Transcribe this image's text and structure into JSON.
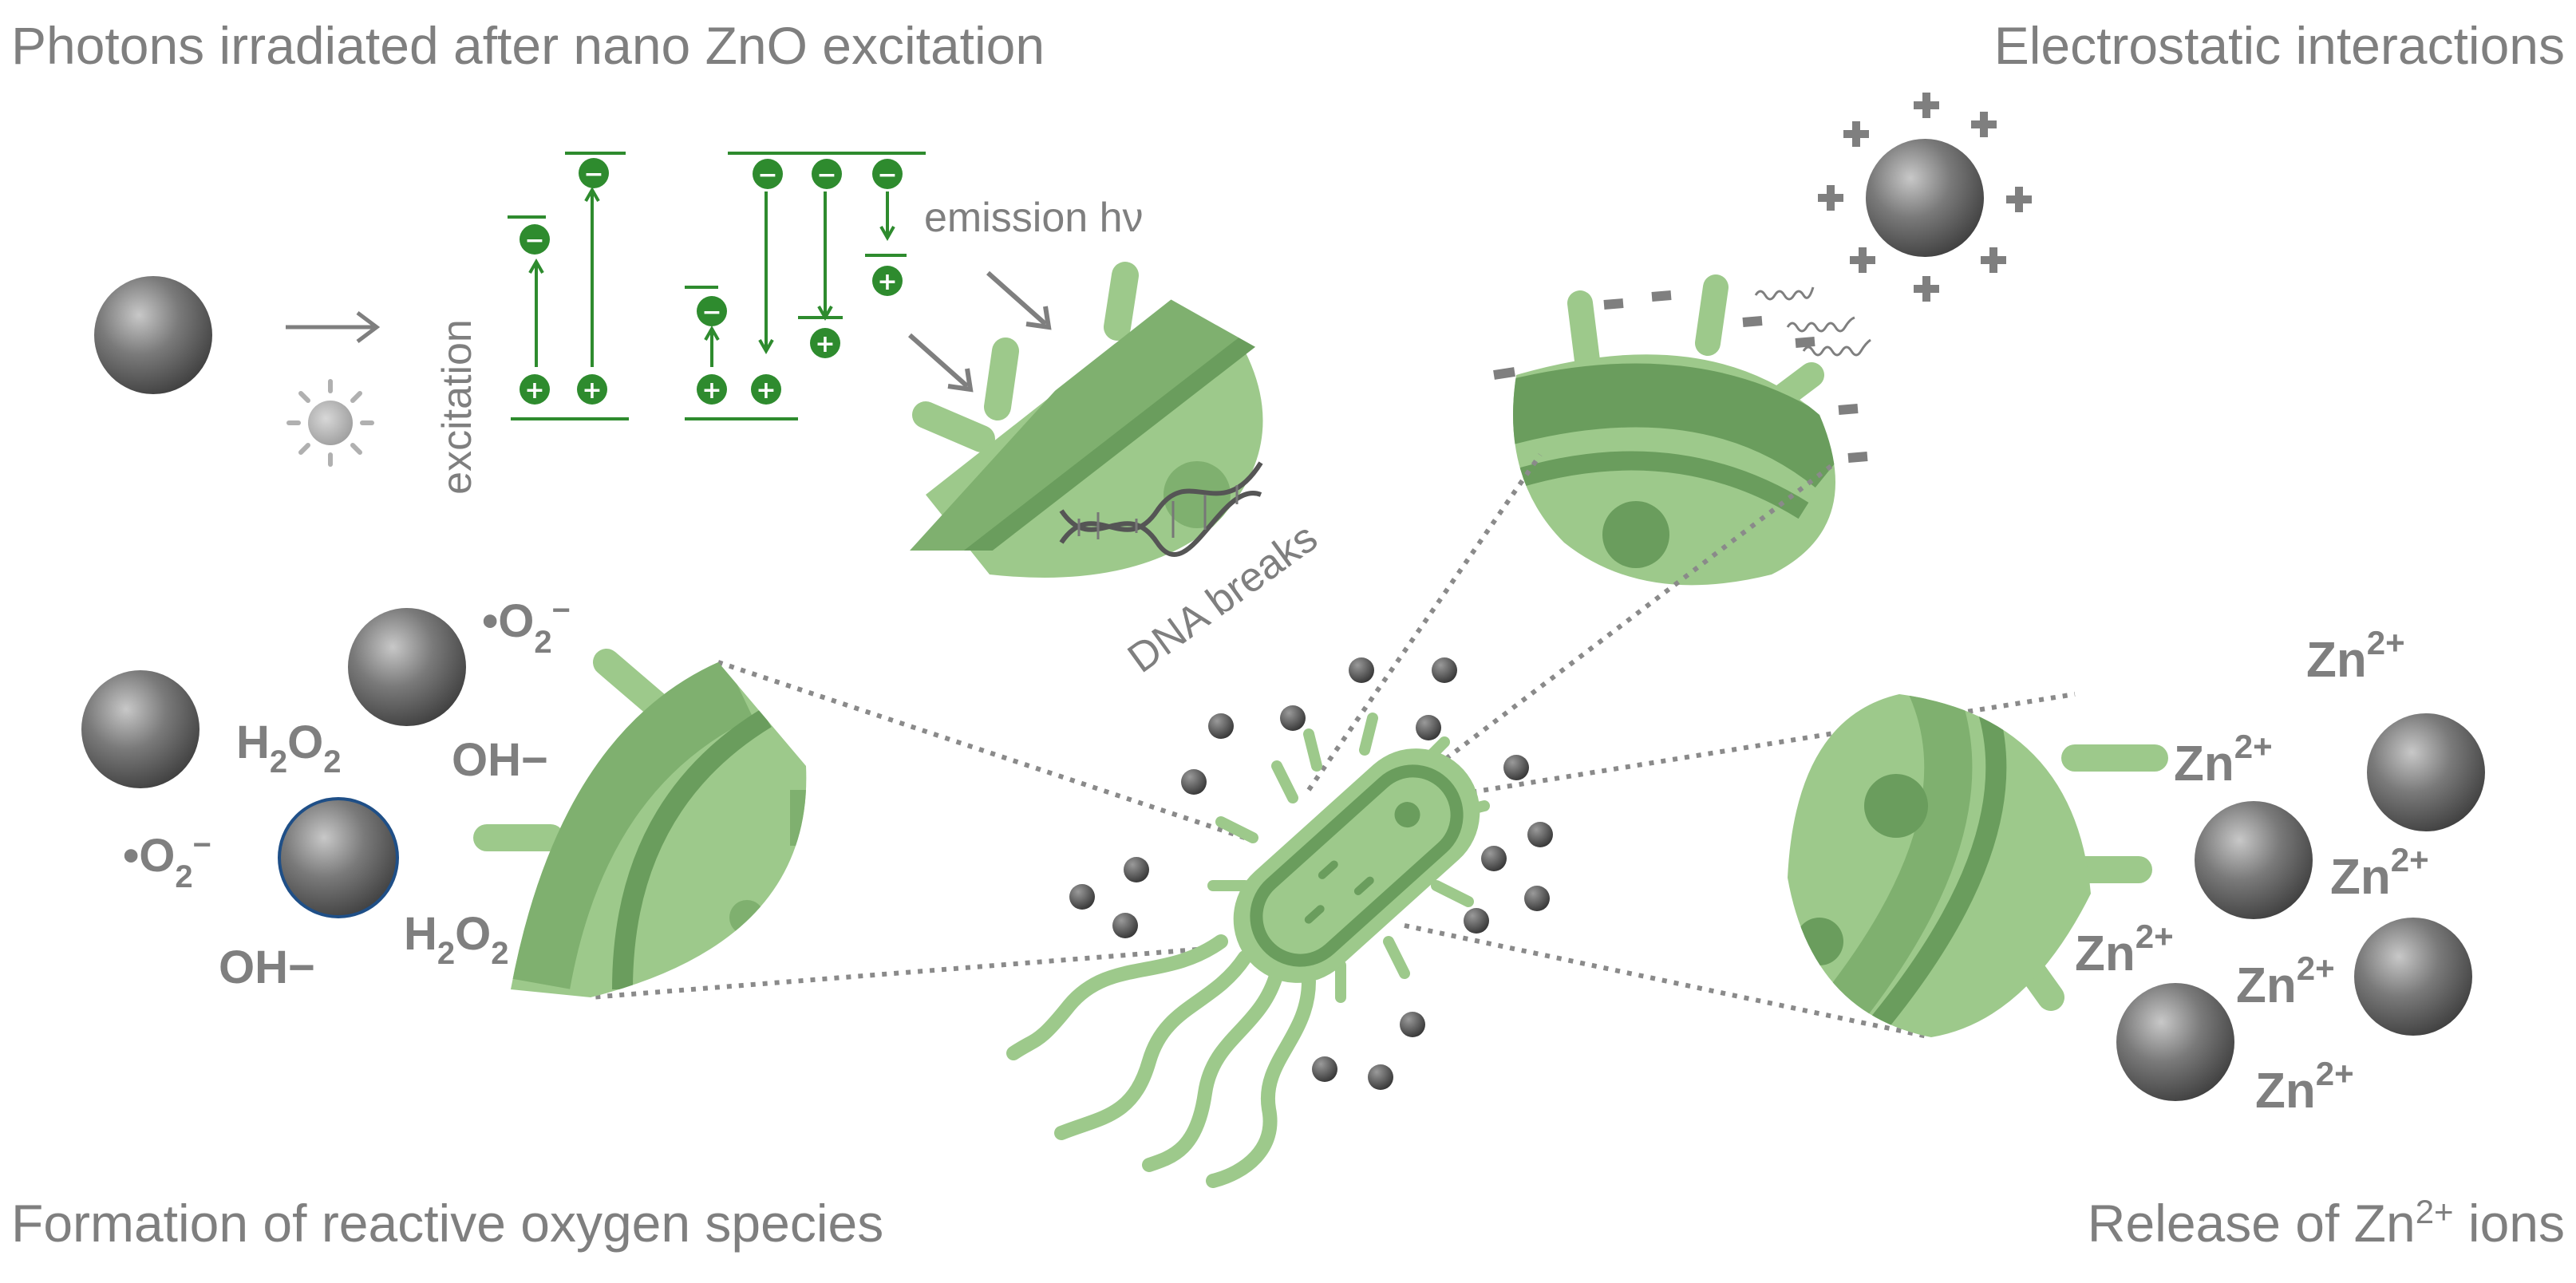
{
  "titles": {
    "top_left": "Photons irradiated after nano ZnO excitation",
    "top_right": "Electrostatic interactions",
    "bottom_left": "Formation of reactive oxygen species",
    "bottom_right_prefix": "Release of Zn",
    "bottom_right_sup": "2+",
    "bottom_right_suffix": " ions"
  },
  "labels": {
    "excitation": "excitation",
    "emission": "emission hν",
    "dna_breaks": "DNA breaks"
  },
  "ros": {
    "superoxide_base": "•O",
    "superoxide_sub": "2",
    "superoxide_sup": "−",
    "peroxide_h": "H",
    "peroxide_sub": "2",
    "peroxide_o": "O",
    "hydroxide": "OH−"
  },
  "zinc": {
    "base": "Zn",
    "sup": "2+"
  },
  "charges": {
    "plus": "+",
    "minus": "−"
  },
  "colors": {
    "bacteria_light": "#9dc98b",
    "bacteria_mid": "#7fb06f",
    "bacteria_dark": "#6a9d5d",
    "band_green": "#2e8b2e",
    "zno_gray": "#6e6e6e",
    "text_gray": "#7f7f7f"
  }
}
